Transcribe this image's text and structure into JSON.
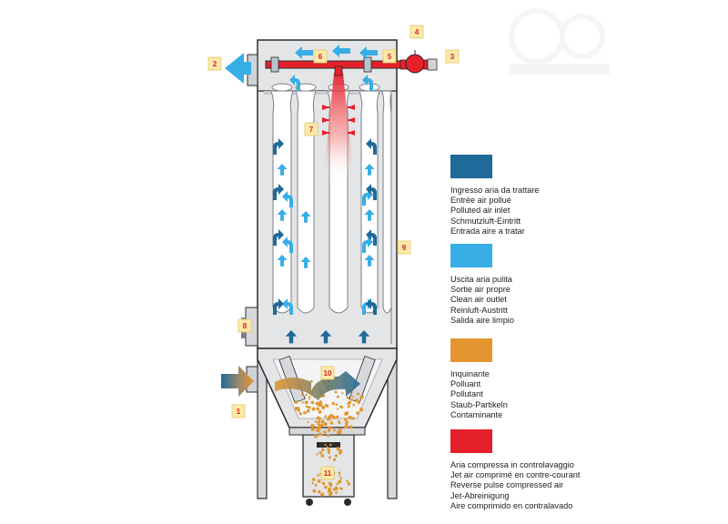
{
  "colors": {
    "polluted_air": "#1f6a99",
    "clean_air": "#38aee6",
    "pollutant": "#e39630",
    "compressed_air": "#e5202a"
  },
  "callouts": [
    "1",
    "2",
    "3",
    "4",
    "5",
    "6",
    "7",
    "8",
    "9",
    "10",
    "11"
  ],
  "legend": [
    {
      "color_key": "polluted_air",
      "lines": [
        "Ingresso aria da trattare",
        "Entrée air pollué",
        "Polluted air inlet",
        "Schmutzluft-Eintritt",
        "Entrada aire a tratar"
      ]
    },
    {
      "color_key": "clean_air",
      "lines": [
        "Uscita aria pulita",
        "Sortie air propre",
        "Clean air outlet",
        "Reinluft-Austritt",
        "Salida aire limpio"
      ]
    },
    {
      "color_key": "pollutant",
      "lines": [
        "Inquinante",
        "Polluant",
        "Pollutant",
        "Staub-Partikeln",
        "Contaminante"
      ]
    },
    {
      "color_key": "compressed_air",
      "lines": [
        "Aria compressa in controlavaggio",
        "Jet air comprimé en contre-courant",
        "Reverse pulse compressed air",
        "Jet-Abreinigung",
        "Aire comprimido en contralavado"
      ]
    }
  ]
}
